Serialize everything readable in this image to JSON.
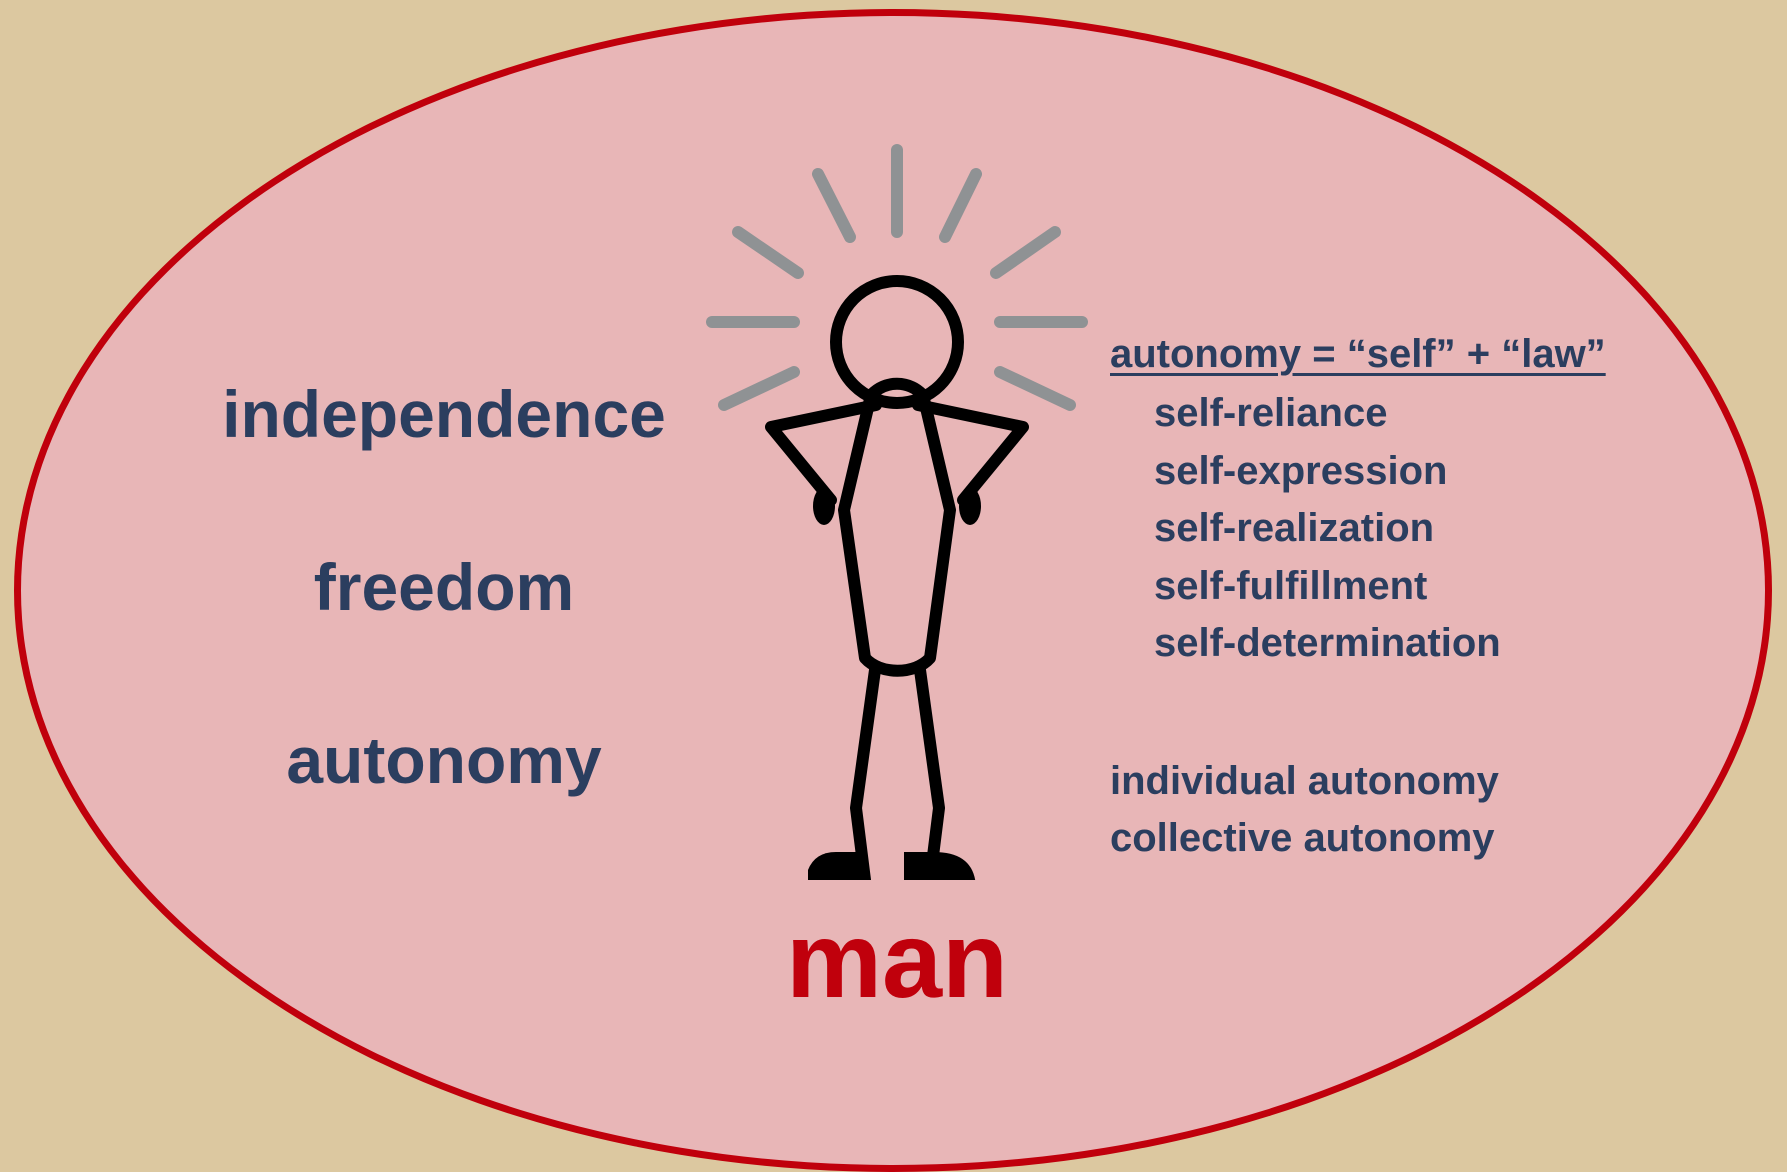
{
  "left_terms": [
    "independence",
    "freedom",
    "autonomy"
  ],
  "right_panel": {
    "heading": "autonomy = “self” + “law”",
    "self_terms": [
      "self-reliance",
      "self-expression",
      "self-realization",
      "self-fulfillment",
      "self-determination"
    ],
    "kinds": [
      "individual autonomy",
      "collective autonomy"
    ]
  },
  "center_label": "man",
  "colors": {
    "background": "#dcc8a0",
    "oval_fill": "#e8b6b7",
    "oval_border": "#c0000c",
    "text_navy": "#2b3e5f",
    "label_red": "#c0000c",
    "rays_gray": "#8f9294",
    "figure_black": "#000000"
  },
  "icons": {
    "figure": "stick-figure-icon",
    "rays": "radiating-rays-icon"
  }
}
